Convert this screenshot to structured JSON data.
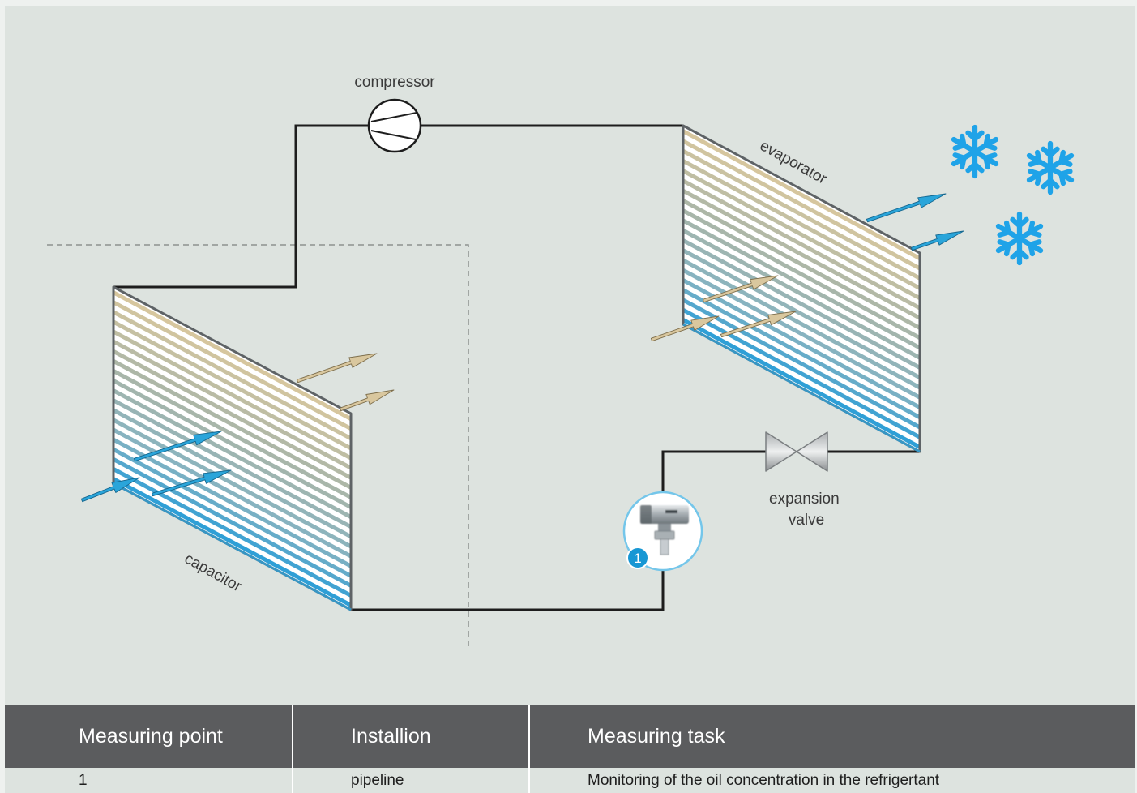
{
  "diagram": {
    "compressor_label": "compressor",
    "evaporator_label": "evaporator",
    "capacitor_label": "capacitor",
    "expansion_valve_label": [
      "expansion",
      "valve"
    ],
    "measuring_point_badge": "1",
    "icons": {
      "compressor": "compressor-icon",
      "expansion_valve": "expansion-valve-icon",
      "sensor": "sensor-icon",
      "snowflake": "snowflake-icon"
    }
  },
  "table": {
    "headers": [
      "Measuring point",
      "Installion",
      "Measuring task"
    ],
    "rows": [
      [
        "1",
        "pipeline",
        "Monitoring of the oil concentration in the refrigertant"
      ]
    ]
  },
  "colors": {
    "background": "#dde3df",
    "table_header": "#5b5c5e",
    "pipe": "#1d1d1d",
    "cold_blue": "#1fa3e8",
    "arrow_blue": "#2aa5da",
    "warm_tan": "#d9c79e",
    "coil_warm": "#d6c69e",
    "coil_mid": "#aab6a8",
    "coil_cool": "#86b3c1",
    "coil_cold": "#2f9fd6",
    "badge": "#1797d4",
    "sensor_ring": "#74c6ea"
  }
}
